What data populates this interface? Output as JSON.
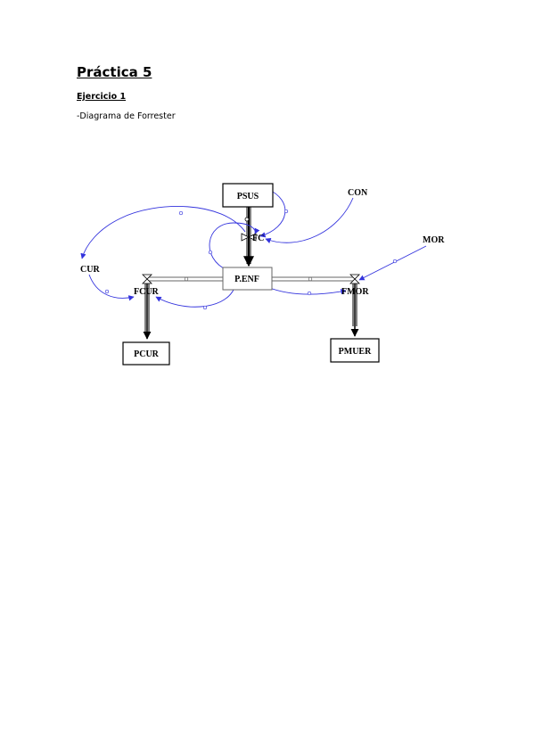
{
  "document": {
    "title": "Práctica 5",
    "exercise": "Ejercicio 1",
    "caption": "-Diagrama de Forrester"
  },
  "diagram": {
    "stocks": {
      "psus": "PSUS",
      "penf": "P.ENF",
      "pcur": "PCUR",
      "pmuer": "PMUER"
    },
    "flows": {
      "fc": "FC",
      "fcur": "FCUR",
      "fmor": "FMOR"
    },
    "auxiliaries": {
      "con": "CON",
      "cur": "CUR",
      "mor": "MOR"
    },
    "colors": {
      "link": "#3333dd",
      "stroke": "#000000",
      "pipe": "#666666"
    }
  }
}
